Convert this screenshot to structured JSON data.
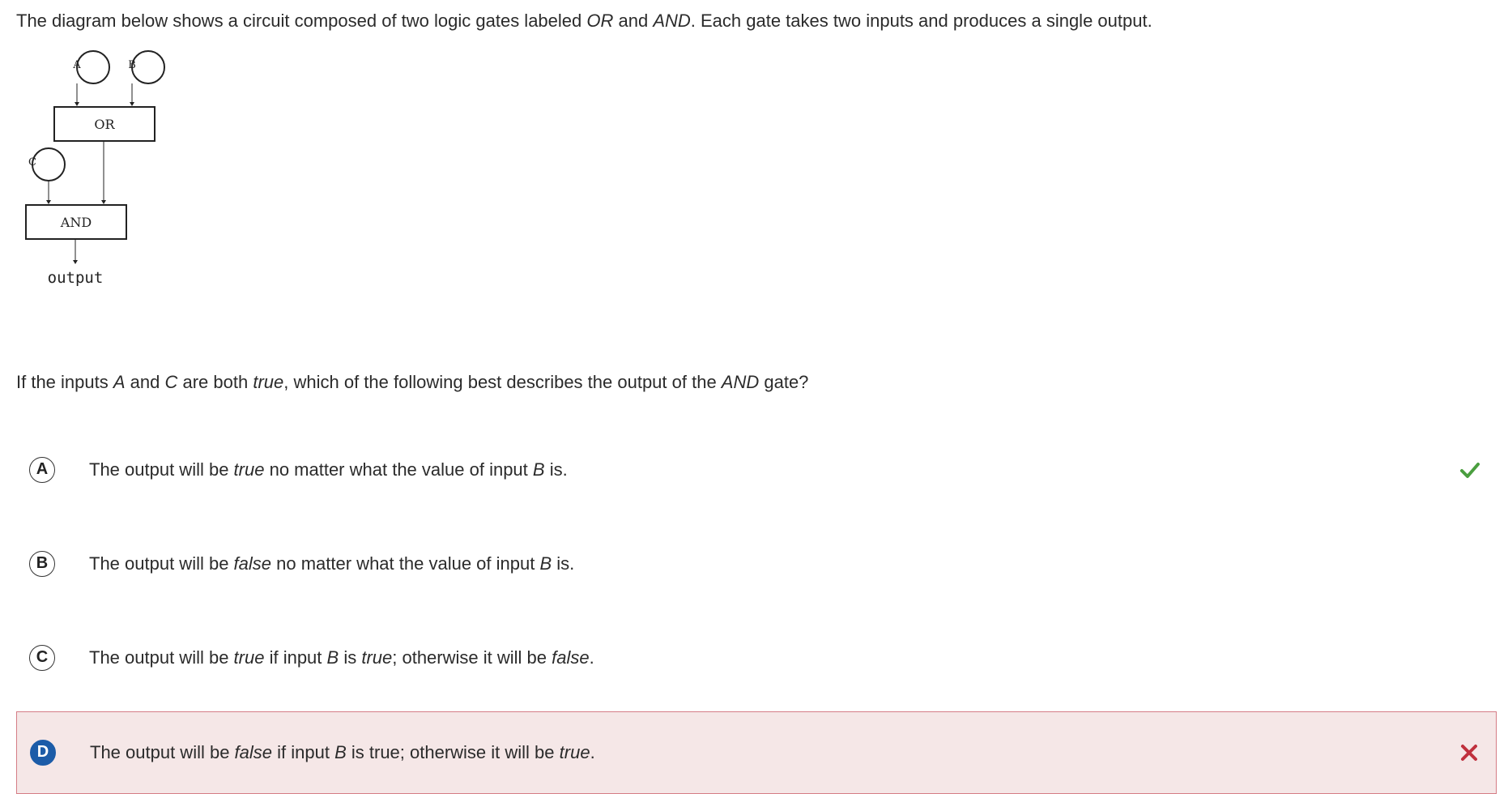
{
  "intro": {
    "part1": "The diagram below shows a circuit composed of two logic gates labeled ",
    "or_word": "OR",
    "part2": " and ",
    "and_word": "AND",
    "part3": ". Each gate takes two inputs and produces a single output."
  },
  "diagram": {
    "input_a": "A",
    "input_b": "B",
    "input_c": "C",
    "or_gate": "OR",
    "and_gate": "AND",
    "output_label": "output"
  },
  "question": {
    "part1": "If the inputs ",
    "a": "A",
    "part2": " and ",
    "c": "C",
    "part3": " are both ",
    "true_word": "true",
    "part4": ", which of the following best describes the output of the ",
    "and_word": "AND",
    "part5": " gate?"
  },
  "choices": [
    {
      "letter": "A",
      "t1": "The output will be ",
      "t2": "true",
      "t3": " no matter what the value of input ",
      "t4": "B",
      "t5": " is.",
      "status": "correct"
    },
    {
      "letter": "B",
      "t1": "The output will be ",
      "t2": "false",
      "t3": " no matter what the value of input ",
      "t4": "B",
      "t5": " is.",
      "status": "none"
    },
    {
      "letter": "C",
      "t1": "The output will be ",
      "t2": "true",
      "t3": " if input ",
      "t4": "B",
      "t5": " is ",
      "t6": "true",
      "t7": "; otherwise it will be ",
      "t8": "false",
      "t9": ".",
      "status": "none"
    },
    {
      "letter": "D",
      "t1": "The output will be ",
      "t2": "false",
      "t3": " if input ",
      "t4": "B",
      "t5": " is true; otherwise it will be ",
      "t6": "true",
      "t7": ".",
      "status": "incorrect-selected"
    }
  ],
  "colors": {
    "correct_check": "#4a9e3f",
    "wrong_x": "#c0303d",
    "wrong_bg": "#f5e7e7",
    "wrong_border": "#d57d86",
    "selected_letter_bg": "#1c5ca8"
  },
  "icons": {
    "correct": "check-icon",
    "incorrect": "x-icon"
  }
}
